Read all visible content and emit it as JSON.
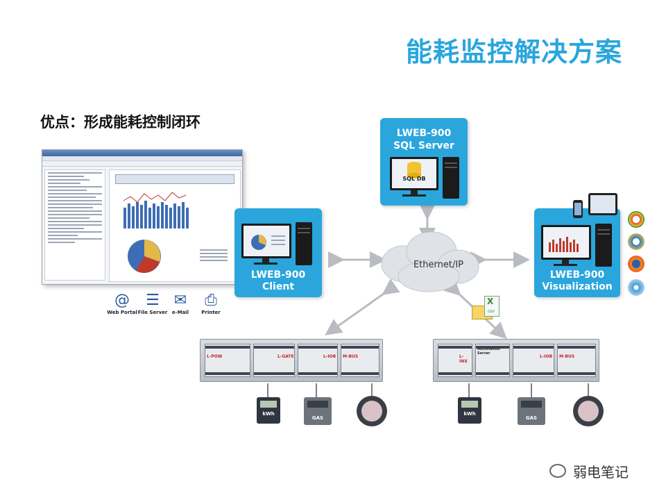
{
  "title": "能耗监控解决方案",
  "subtitle": "优点：形成能耗控制闭环",
  "services": [
    {
      "label": "Web Portal",
      "icon": "at-sign-icon"
    },
    {
      "label": "File Server",
      "icon": "server-icon"
    },
    {
      "label": "e-Mail",
      "icon": "envelope-icon"
    },
    {
      "label": "Printer",
      "icon": "printer-icon"
    }
  ],
  "nodes": {
    "sql": {
      "line1": "LWEB-900",
      "line2": "SQL Server",
      "screen_label": "SQL DB"
    },
    "client": {
      "line1": "LWEB-900",
      "line2": "Client"
    },
    "visualization": {
      "line1": "LWEB-900",
      "line2": "Visualization"
    },
    "network": {
      "label": "Ethernet/IP"
    }
  },
  "controllers": {
    "left": {
      "modules": [
        "L-POW",
        "L-GATE",
        "L-IOB",
        "M-BUS"
      ]
    },
    "right": {
      "modules": [
        "L-INX",
        "Automation Server",
        "L-IOB",
        "M-BUS"
      ]
    }
  },
  "meters": {
    "kwh": "kWh",
    "gas": "GAS"
  },
  "attachment": {
    "excel_letter": "X",
    "csv_label": "csv"
  },
  "watermark": "弱电笔记",
  "colors": {
    "accent": "#2aa6dd",
    "arrow": "#b9bcc1"
  }
}
